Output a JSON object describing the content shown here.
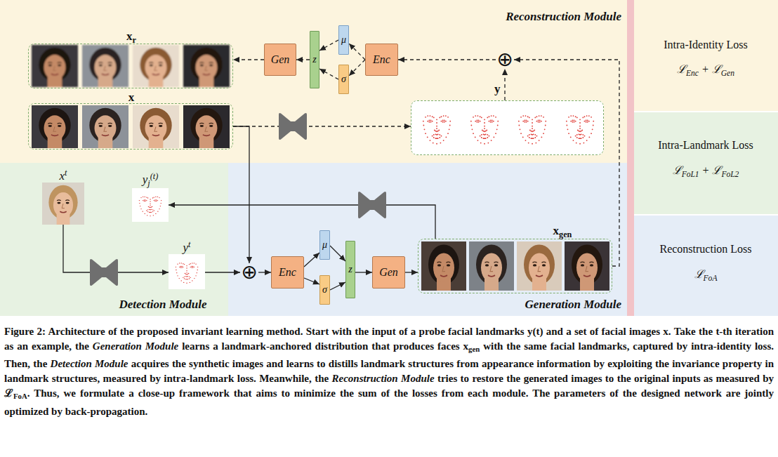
{
  "diagram": {
    "caption": "Figure 2: Architecture of the proposed invariant learning method. Start with the input of a probe facial landmarks y(t) and a set of facial images x. Take the t-th iteration as an example, the Generation Module learns a landmark-anchored distribution that produces faces xgen with the same facial landmarks, captured by intra-identity loss. Then, the Detection Module acquires the synthetic images and learns to distills landmark structures from appearance information by exploiting the invariance property in landmark structures, measured by intra-landmark loss. Meanwhile, the Reconstruction Module tries to restore the generated images to the original inputs as measured by ℒFoA. Thus, we formulate a close-up framework that aims to minimize the sum of the losses from each module. The parameters of the designed network are jointly optimized by back-propagation.",
    "nodes": [
      {
        "text": [
          "Reconstruction Module"
        ]
      },
      {
        "text": [
          "xr"
        ],
        "in": 0
      },
      {
        "text": [
          "Gen"
        ],
        "in": 0
      },
      {
        "text": [
          "z"
        ],
        "in": 0
      },
      {
        "text": [
          "μ"
        ],
        "in": 0
      },
      {
        "text": [
          "σ"
        ],
        "in": 0
      },
      {
        "text": [
          "Enc"
        ],
        "in": 0
      },
      {
        "text": [
          "⊕"
        ],
        "in": 0
      },
      {
        "text": [
          "x"
        ],
        "in": 0
      },
      {
        "text": [
          "y"
        ],
        "in": 0
      },
      {
        "text": [
          "Detection Module"
        ]
      },
      {
        "text": [
          "xt"
        ],
        "in": 10
      },
      {
        "text": [
          "yj(t)"
        ],
        "in": 10
      },
      {
        "text": [
          "yt"
        ],
        "in": 10
      },
      {
        "text": [
          "Generation Module"
        ]
      },
      {
        "text": [
          "⊕"
        ],
        "in": 14
      },
      {
        "text": [
          "Enc"
        ],
        "in": 14
      },
      {
        "text": [
          "μ"
        ],
        "in": 14
      },
      {
        "text": [
          "σ"
        ],
        "in": 14
      },
      {
        "text": [
          "z"
        ],
        "in": 14
      },
      {
        "text": [
          "Gen"
        ],
        "in": 14
      },
      {
        "text": [
          "xgen"
        ],
        "in": 14
      },
      {
        "text": [
          "Intra-Identity Loss",
          "ℒEnc + ℒGen"
        ]
      },
      {
        "text": [
          "Intra-Landmark Loss",
          "ℒFoL1 + ℒFoL2"
        ]
      },
      {
        "text": [
          "Reconstruction Loss",
          "ℒFoA"
        ]
      }
    ],
    "edges": [
      {
        "from": 6,
        "to": 4,
        "arrow": "to"
      },
      {
        "from": 6,
        "to": 5,
        "arrow": "to"
      },
      {
        "from": 4,
        "to": 3,
        "arrow": "to"
      },
      {
        "from": 5,
        "to": 3,
        "arrow": "to"
      },
      {
        "from": 3,
        "to": 2,
        "arrow": "to"
      },
      {
        "from": 2,
        "to": 1,
        "arrow": "to"
      },
      {
        "from": 7,
        "to": 6,
        "arrow": "to"
      },
      {
        "from": 9,
        "to": 7,
        "arrow": "to"
      },
      {
        "from": 8,
        "to": 9,
        "arrow": "to"
      },
      {
        "from": 21,
        "to": 7,
        "arrow": "to"
      },
      {
        "from": 8,
        "to": 15,
        "arrow": "to"
      },
      {
        "from": 11,
        "to": 13,
        "arrow": "to"
      },
      {
        "from": 13,
        "to": 15,
        "arrow": "to"
      },
      {
        "from": 15,
        "to": 16,
        "arrow": "to"
      },
      {
        "from": 16,
        "to": 17,
        "arrow": "to"
      },
      {
        "from": 16,
        "to": 18,
        "arrow": "to"
      },
      {
        "from": 17,
        "to": 19,
        "arrow": "to"
      },
      {
        "from": 18,
        "to": 19,
        "arrow": "to"
      },
      {
        "from": 19,
        "to": 20,
        "arrow": "to"
      },
      {
        "from": 20,
        "to": 21,
        "arrow": "to"
      },
      {
        "from": 21,
        "to": 12,
        "arrow": "to"
      }
    ]
  }
}
